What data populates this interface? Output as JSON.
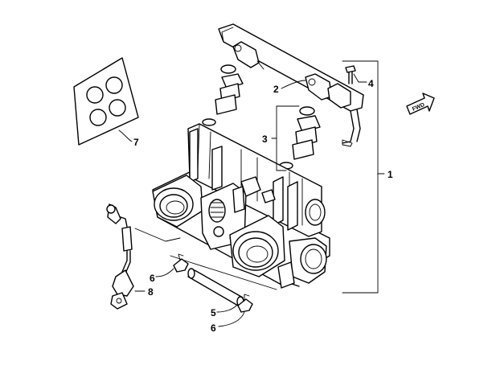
{
  "callouts": {
    "c1": "1",
    "c2": "2",
    "c3": "3",
    "c4": "4",
    "c5": "5",
    "c6a": "6",
    "c6b": "6",
    "c7": "7",
    "c8": "8"
  },
  "forward_arrow": {
    "label": "FWD"
  }
}
